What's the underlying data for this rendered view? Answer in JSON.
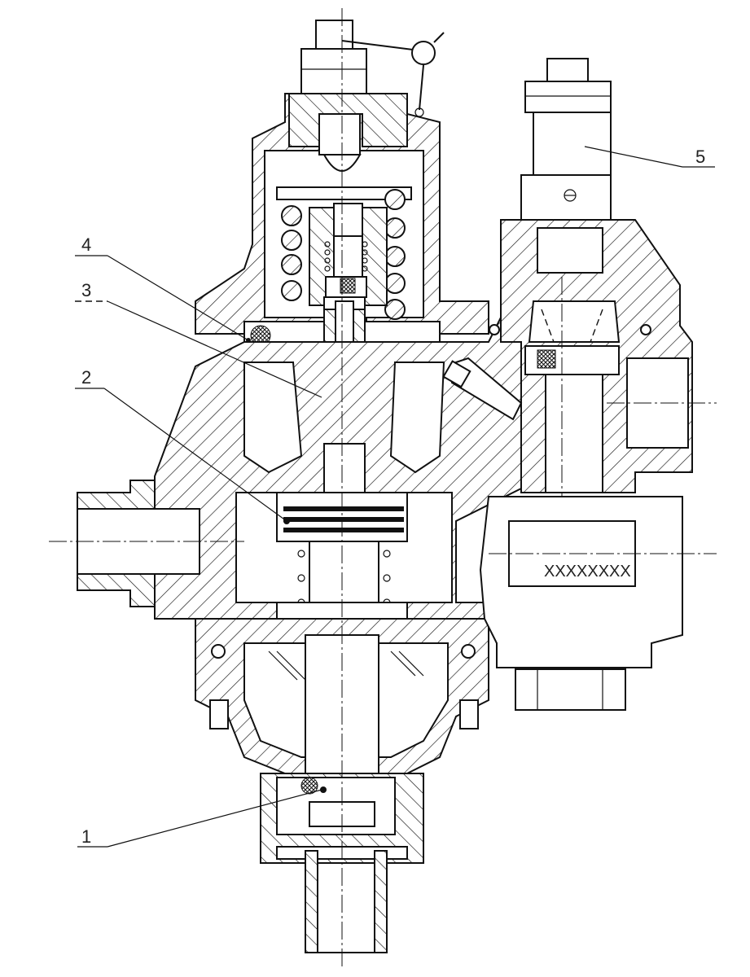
{
  "callouts": [
    {
      "id": "1",
      "label": "1"
    },
    {
      "id": "2",
      "label": "2"
    },
    {
      "id": "3",
      "label": "3"
    },
    {
      "id": "4",
      "label": "4"
    },
    {
      "id": "5",
      "label": "5"
    }
  ],
  "nameplate_text": "XXXXXXXX",
  "colors": {
    "ink": "#111111",
    "paper": "#ffffff"
  }
}
